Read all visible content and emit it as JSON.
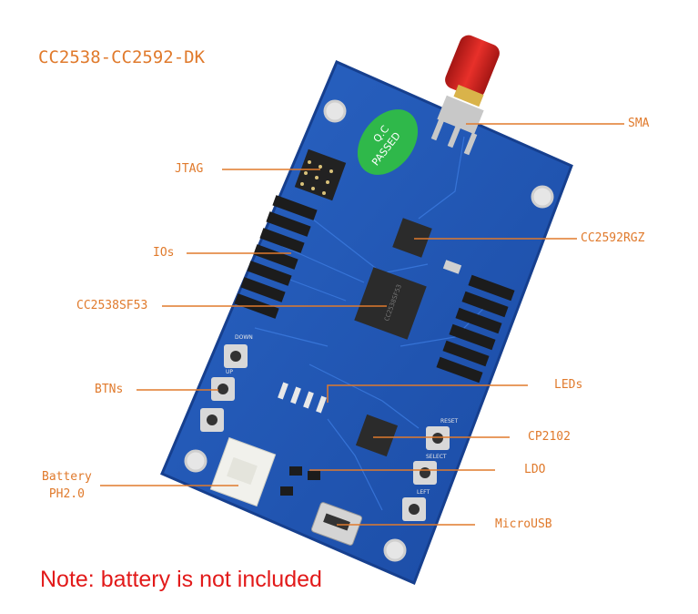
{
  "title": "CC2538-CC2592-DK",
  "note": "Note: battery is not included",
  "labels": {
    "sma": "SMA",
    "jtag": "JTAG",
    "cc2592": "CC2592RGZ",
    "ios": "IOs",
    "cc2538": "CC2538SF53",
    "btns": "BTNs",
    "leds": "LEDs",
    "cp2102": "CP2102",
    "ldo": "LDO",
    "battery_line1": "Battery",
    "battery_line2": "PH2.0",
    "microusb": "MicroUSB"
  },
  "board_marks": {
    "qc_line1": "Q.C",
    "qc_line2": "PASSED",
    "down": "DOWN",
    "up": "UP",
    "reset": "RESET",
    "select": "SELECT",
    "left": "LEFT"
  },
  "colors": {
    "accent": "#e07a2c",
    "note": "#e21a1a",
    "pcb": "#1f55b5",
    "antenna": "#d9221f",
    "qc_sticker": "#2fb84a"
  }
}
